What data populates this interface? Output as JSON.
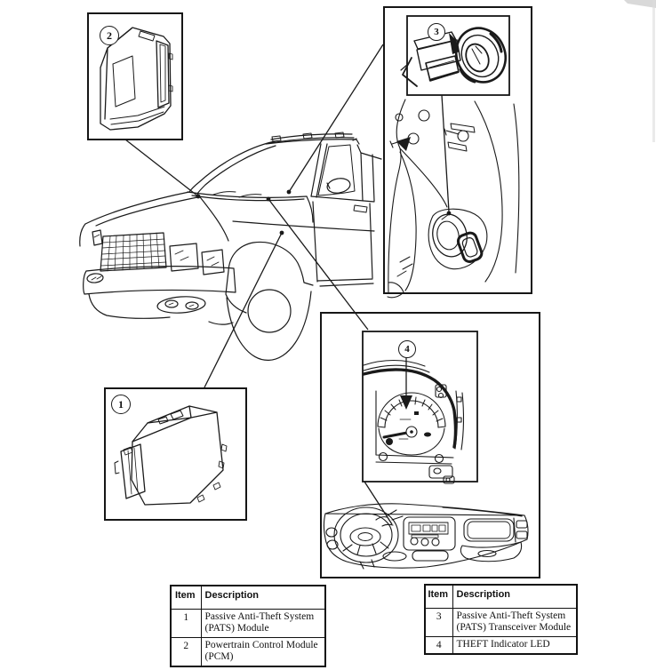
{
  "callouts": {
    "c1": "1",
    "c2": "2",
    "c3": "3",
    "c4": "4"
  },
  "legend_tables": {
    "left": {
      "header": {
        "item": "Item",
        "description": "Description"
      },
      "rows": [
        {
          "item": "1",
          "description": "Passive Anti-Theft System (PATS) Module"
        },
        {
          "item": "2",
          "description": "Powertrain Control Module (PCM)"
        }
      ]
    },
    "right": {
      "header": {
        "item": "Item",
        "description": "Description"
      },
      "rows": [
        {
          "item": "3",
          "description": "Passive Anti-Theft System (PATS) Transceiver Module"
        },
        {
          "item": "4",
          "description": "THEFT Indicator LED"
        }
      ]
    }
  },
  "colors": {
    "ink": "#1a1a1a",
    "paper": "#ffffff"
  }
}
